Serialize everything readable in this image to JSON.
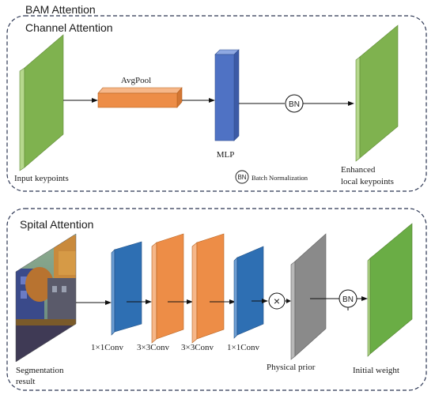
{
  "title": "BAM Attention",
  "channel": {
    "title": "Channel Attention",
    "input_label": "Input keypoints",
    "pool_label": "AvgPool",
    "mlp_label": "MLP",
    "bn_label": "BN",
    "output_label_line1": "Enhanced",
    "output_label_line2": "local keypoints",
    "legend_symbol": "BN",
    "legend_text": "Batch Normalization"
  },
  "spatial": {
    "title": "Spital Attention",
    "input_label_line1": "Segmentation",
    "input_label_line2": "result",
    "conv_labels": [
      "1×1Conv",
      "3×3Conv",
      "3×3Conv",
      "1×1Conv"
    ],
    "multiply_symbol": "×",
    "prior_label": "Physical prior",
    "bn_label": "BN",
    "output_label": "Initial weight"
  },
  "colors": {
    "green_front": "#7fb24f",
    "green_side": "#b6d88d",
    "orange_front": "#ed8d47",
    "orange_top": "#f6b789",
    "blue_front": "#4f72c4",
    "blue_side": "#8ea8e2",
    "conv_blue": "#2e6fb3",
    "conv_blue_side": "#6d9ed3",
    "gray": "#8a8a8a",
    "border": "#2b3552"
  }
}
